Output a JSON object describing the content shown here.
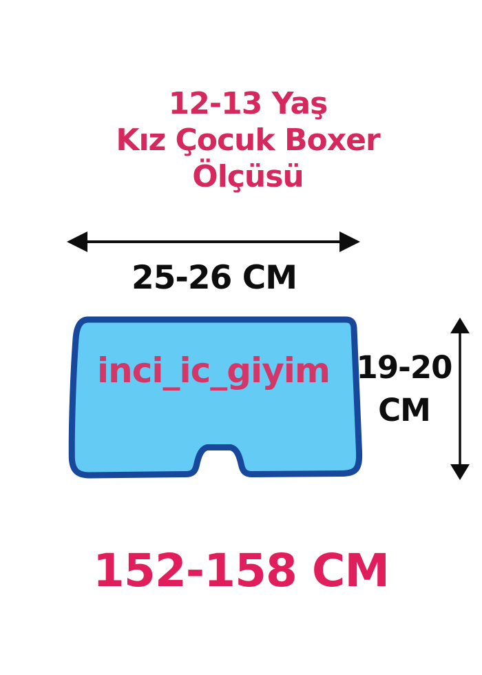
{
  "title": {
    "line1": "12-13 Yaş",
    "line2": "Kız Çocuk Boxer",
    "line3": "Ölçüsü"
  },
  "brand": "inci_ic_giyim",
  "measurements": {
    "width_label": "25-26 CM",
    "height_label_line1": "19-20",
    "height_label_line2": "CM",
    "height_range_label": "152-158 CM"
  },
  "colors": {
    "background": "#ffffff",
    "title_pink": "#d5295e",
    "bottom_pink": "#e01e5b",
    "brand_pink": "#d23768",
    "shape_fill": "#63cbf4",
    "shape_stroke": "#17489b",
    "arrow_black": "#0d0d0d"
  }
}
